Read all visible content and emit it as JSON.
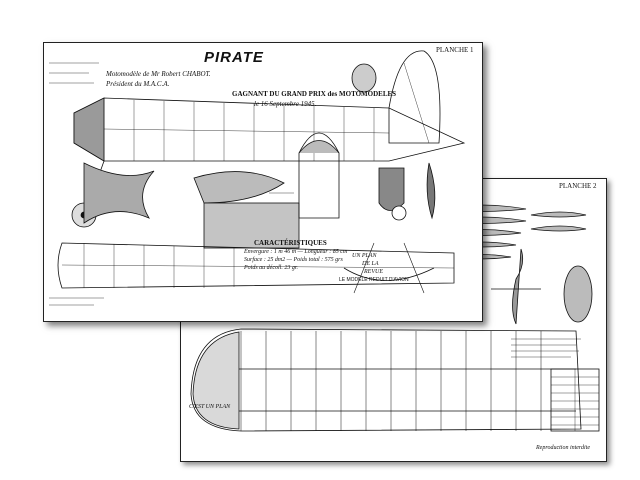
{
  "sheet_front": {
    "title": "PIRATE",
    "subtitle_1": "Motomodèle de Mr Robert CHABOT.",
    "subtitle_2": "Président du M.A.C.A.",
    "subtitle_3": "GAGNANT DU GRAND PRIX des MOTOMODELES",
    "date": "le 16 Septembre 1945.",
    "char_heading": "CARACTÉRISTIQUES",
    "char_1": "Envergure : 1 m 46 m — Longueur : 85 cm",
    "char_2": "Surface : 25 dm2 — Poids total : 575 grs",
    "char_3": "Poids au décoll. 23 gr.",
    "plan_label": "PLANCHE 1",
    "un_plan": "UN PLAN",
    "de_la": "DE LA",
    "revue": "REVUE",
    "revue_name": "LE MODELE REDUIT D'AVION"
  },
  "sheet_back": {
    "plan_label": "PLANCHE 2",
    "un_plan": "C'EST UN PLAN",
    "footer": "Reproduction interdite"
  },
  "colors": {
    "ink": "#111111",
    "paper": "#ffffff",
    "hatch": "#555555"
  }
}
